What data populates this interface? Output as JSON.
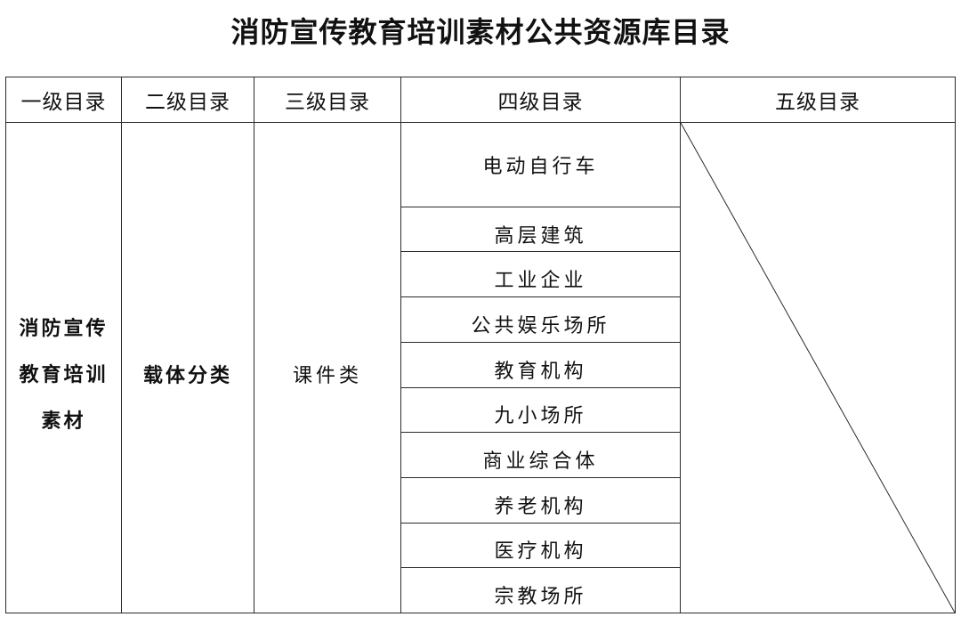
{
  "title": "消防宣传教育培训素材公共资源库目录",
  "headers": [
    "一级目录",
    "二级目录",
    "三级目录",
    "四级目录",
    "五级目录"
  ],
  "level1": {
    "lines": [
      "消防宣传",
      "教育培训",
      "素材"
    ]
  },
  "level2": "载体分类",
  "level3": "课件类",
  "level4_items": [
    "电动自行车",
    "高层建筑",
    "工业企业",
    "公共娱乐场所",
    "教育机构",
    "九小场所",
    "商业综合体",
    "养老机构",
    "医疗机构",
    "宗教场所"
  ]
}
